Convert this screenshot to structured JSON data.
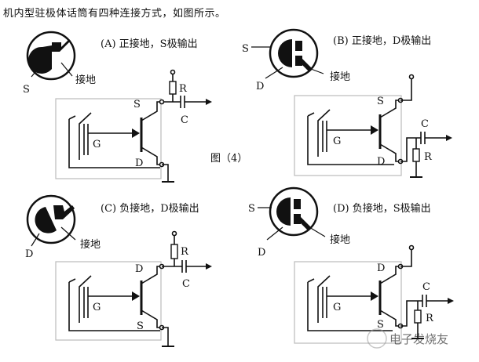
{
  "heading": "机内型驻极体话筒有四种连接方式，如图所示。",
  "figure_label": "图（4）",
  "watermark": "电子发烧友",
  "panels": [
    {
      "id": "A",
      "caption": "(A) 正接地，S极输出",
      "capsule_pin_top": "",
      "capsule_pin_bottom": "S",
      "ground_pin": "接地",
      "top_terminal": "S",
      "bottom_terminal": "D",
      "gate": "G",
      "resistor": "R",
      "capacitor": "C"
    },
    {
      "id": "B",
      "caption": "(B) 正接地，D极输出",
      "capsule_pin_top": "S",
      "capsule_pin_bottom": "D",
      "ground_pin": "接地",
      "top_terminal": "S",
      "bottom_terminal": "D",
      "gate": "G",
      "resistor": "R",
      "capacitor": "C"
    },
    {
      "id": "C",
      "caption": "(C) 负接地，D极输出",
      "capsule_pin_top": "",
      "capsule_pin_bottom": "D",
      "ground_pin": "接地",
      "top_terminal": "D",
      "bottom_terminal": "S",
      "gate": "G",
      "resistor": "R",
      "capacitor": "C"
    },
    {
      "id": "D",
      "caption": "(D) 负接地，S极输出",
      "capsule_pin_top": "S",
      "capsule_pin_bottom": "D",
      "ground_pin": "接地",
      "top_terminal": "D",
      "bottom_terminal": "S",
      "gate": "G",
      "resistor": "R",
      "capacitor": "C"
    }
  ]
}
